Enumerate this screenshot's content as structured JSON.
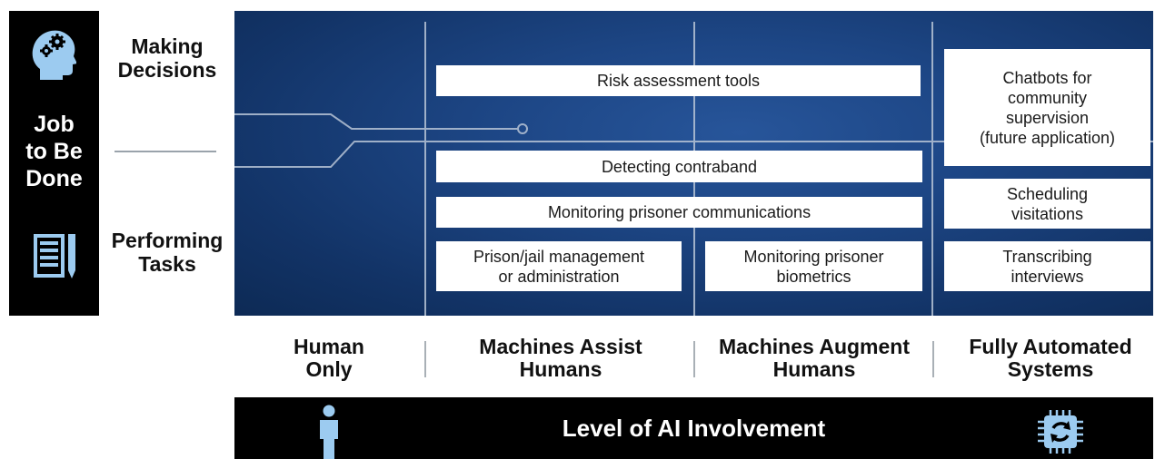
{
  "sidebar": {
    "job_label": "Job\nto Be\nDone",
    "brain_icon": "head-gears-icon",
    "doc_icon": "document-pencil-icon"
  },
  "rows": {
    "making_decisions": "Making\nDecisions",
    "performing_tasks": "Performing\nTasks"
  },
  "tasks": {
    "risk_assessment": "Risk assessment tools",
    "detecting_contraband": "Detecting contraband",
    "monitoring_communications": "Monitoring prisoner communications",
    "prison_management": "Prison/jail management\nor administration",
    "monitoring_biometrics": "Monitoring prisoner\nbiometrics",
    "chatbots": "Chatbots for\ncommunity\nsupervision\n(future application)",
    "scheduling": "Scheduling\nvisitations",
    "transcribing": "Transcribing\ninterviews"
  },
  "columns": {
    "human_only": "Human\nOnly",
    "machines_assist": "Machines Assist\nHumans",
    "machines_augment": "Machines Augment\nHumans",
    "fully_automated": "Fully Automated\nSystems"
  },
  "footer": {
    "title": "Level of AI Involvement",
    "left_icon": "person-icon",
    "right_icon": "ai-chip-icon"
  },
  "colors": {
    "panel_blue": "#1d4685",
    "black": "#000000",
    "icon_blue": "#9ccbf0"
  }
}
